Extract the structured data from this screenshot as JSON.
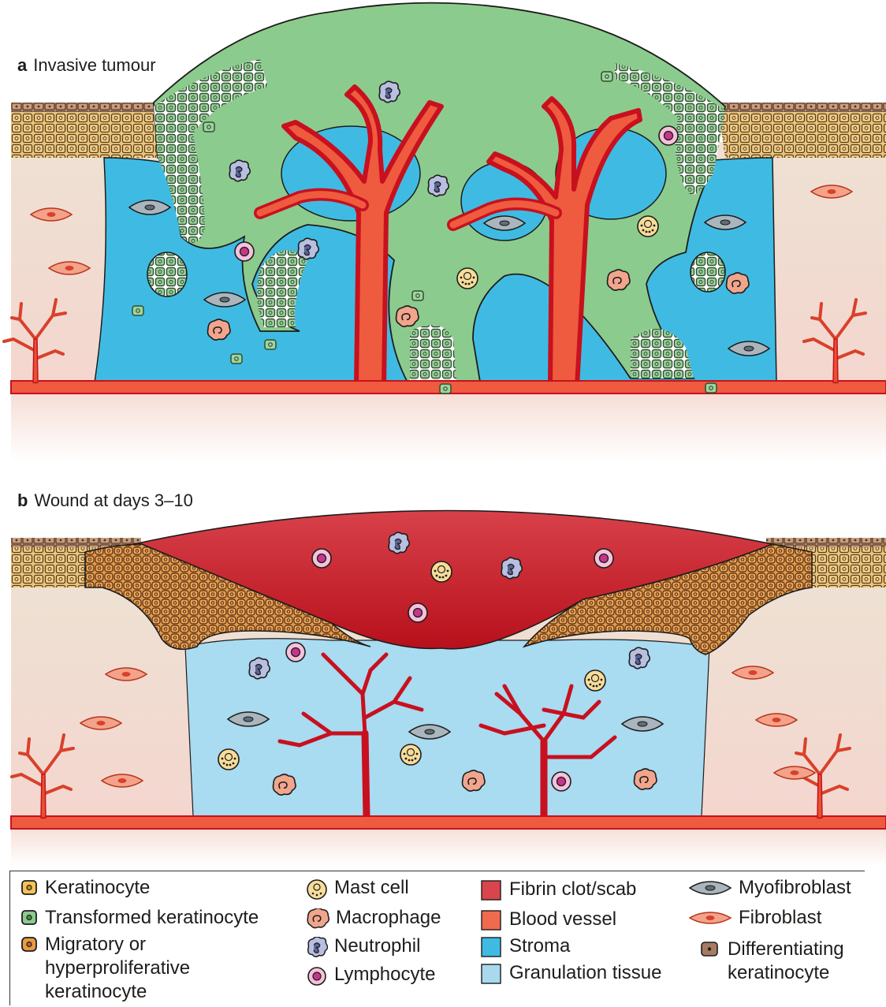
{
  "panels": [
    {
      "letter": "a",
      "title": "Invasive tumour"
    },
    {
      "letter": "b",
      "title": "Wound at days 3–10"
    }
  ],
  "legend": [
    {
      "label": "Keratinocyte",
      "color": "#f3c35a",
      "icon": "keratinocyte-icon"
    },
    {
      "label": "Transformed keratinocyte",
      "color": "#8cc98e",
      "icon": "transformed-keratinocyte-icon"
    },
    {
      "label": "Migratory or hyperproliferative keratinocyte",
      "color": "#e99a46",
      "icon": "migratory-keratinocyte-icon"
    },
    {
      "label": "Mast cell",
      "color": "#f7dc9a",
      "icon": "mast-cell-icon"
    },
    {
      "label": "Macrophage",
      "color": "#f1a58d",
      "icon": "macrophage-icon"
    },
    {
      "label": "Neutrophil",
      "color": "#b9bfe0",
      "icon": "neutrophil-icon"
    },
    {
      "label": "Lymphocyte",
      "color": "#f3b5d6",
      "icon": "lymphocyte-icon"
    },
    {
      "label": "Fibrin clot/scab",
      "color": "#d8454c",
      "icon": "fibrin-clot-swatch"
    },
    {
      "label": "Blood vessel",
      "color": "#f06b4e",
      "icon": "blood-vessel-swatch"
    },
    {
      "label": "Stroma",
      "color": "#3fbbe3",
      "icon": "stroma-swatch"
    },
    {
      "label": "Granulation tissue",
      "color": "#a9d9ef",
      "icon": "granulation-tissue-swatch"
    },
    {
      "label": "Myofibroblast",
      "color": "#aab5bd",
      "icon": "myofibroblast-icon"
    },
    {
      "label": "Fibroblast",
      "color": "#f4a28a",
      "icon": "fibroblast-icon"
    },
    {
      "label": "Differentiating keratinocyte",
      "color": "#a77b63",
      "icon": "differentiating-keratinocyte-icon"
    }
  ],
  "colors": {
    "dermis": "#eee0d2",
    "stroma": "#3fbbe3",
    "tumour": "#8ccb8e",
    "vessel": "#ee5b3f",
    "vessel_outline": "#c8101e",
    "scab": "#c8191f",
    "granulation": "#a9dbf1",
    "migratory": "#e99a46",
    "epidermis": "#e7c57e"
  }
}
